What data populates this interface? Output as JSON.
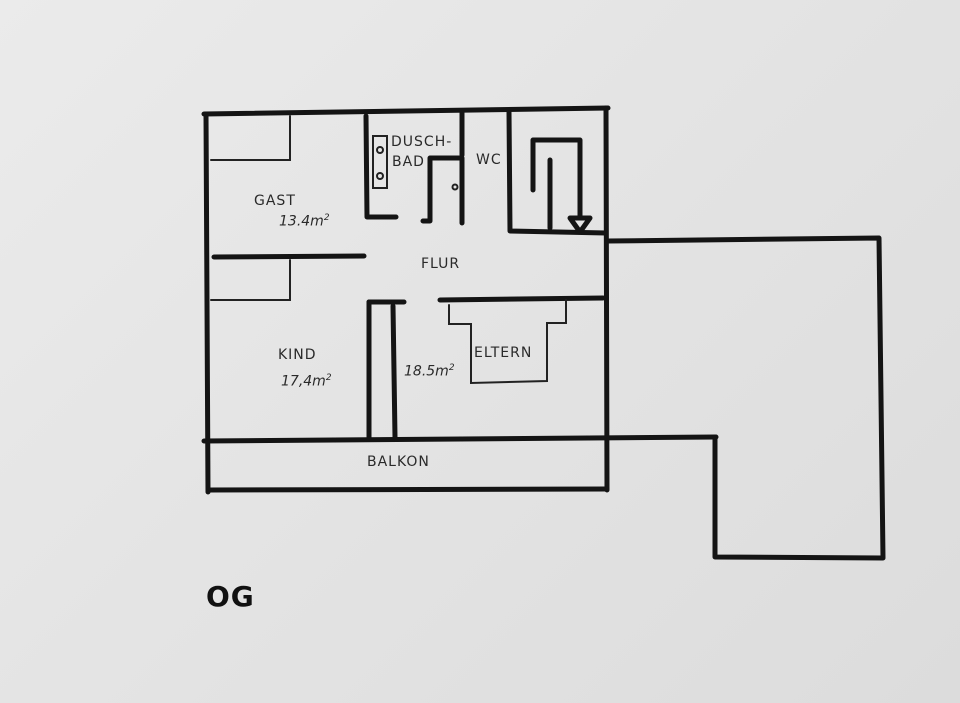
{
  "rooms": {
    "gast": {
      "name": "GAST",
      "area": "13.4m",
      "unit_exp": "2"
    },
    "dusch": {
      "name_line1": "DUSCH-",
      "name_line2": "BAD"
    },
    "wc": {
      "name": "WC"
    },
    "flur": {
      "name": "FLUR"
    },
    "kind": {
      "name": "KIND",
      "area": "17,4m",
      "unit_exp": "2"
    },
    "eltern": {
      "name": "ELTERN",
      "area": "18.5m",
      "unit_exp": "2"
    },
    "balkon": {
      "name": "BALKON"
    }
  },
  "floor_label": "OG",
  "colors": {
    "ink": "#141414",
    "paper": "#e6e6e6"
  }
}
